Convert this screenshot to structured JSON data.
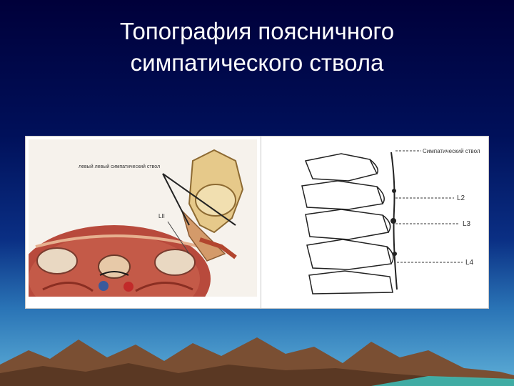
{
  "slide": {
    "title_line1": "Топография поясничного",
    "title_line2": "симпатического ствола"
  },
  "figure": {
    "left_label_top": "левый левый симпатический ствол",
    "left_label_level": "LII",
    "right_label_trunk": "Симпатический ствол",
    "right_label_l2": "L2",
    "right_label_l3": "L3",
    "right_label_l4": "L4"
  },
  "colors": {
    "background_top": "#00003a",
    "background_bottom": "#5fb0d8",
    "title": "#ffffff",
    "mountain": "#7a4f33"
  }
}
